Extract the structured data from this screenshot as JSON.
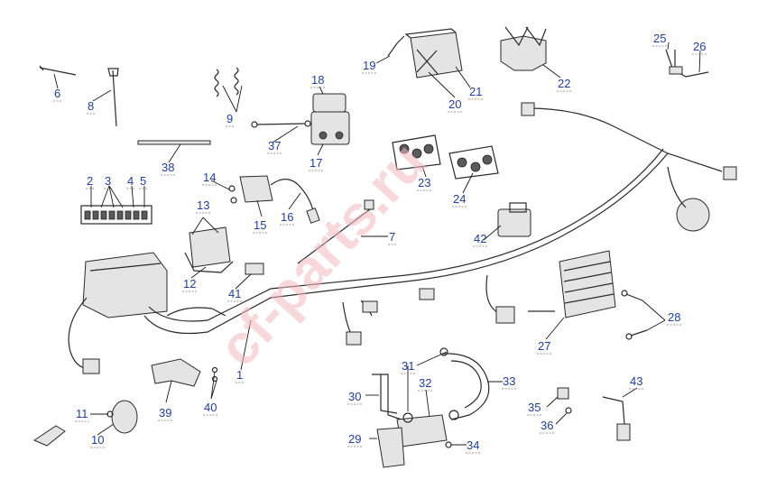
{
  "watermark": "cf-parts.ru",
  "callouts": [
    {
      "id": "c1",
      "label": "1"
    },
    {
      "id": "c2",
      "label": "2"
    },
    {
      "id": "c3",
      "label": "3"
    },
    {
      "id": "c4",
      "label": "4"
    },
    {
      "id": "c5",
      "label": "5"
    },
    {
      "id": "c6",
      "label": "6"
    },
    {
      "id": "c7",
      "label": "7"
    },
    {
      "id": "c8",
      "label": "8"
    },
    {
      "id": "c9",
      "label": "9"
    },
    {
      "id": "c10",
      "label": "10"
    },
    {
      "id": "c11",
      "label": "11"
    },
    {
      "id": "c12",
      "label": "12"
    },
    {
      "id": "c13",
      "label": "13"
    },
    {
      "id": "c14",
      "label": "14"
    },
    {
      "id": "c15",
      "label": "15"
    },
    {
      "id": "c16",
      "label": "16"
    },
    {
      "id": "c17",
      "label": "17"
    },
    {
      "id": "c18",
      "label": "18"
    },
    {
      "id": "c19",
      "label": "19"
    },
    {
      "id": "c20",
      "label": "20"
    },
    {
      "id": "c21",
      "label": "21"
    },
    {
      "id": "c22",
      "label": "22"
    },
    {
      "id": "c23",
      "label": "23"
    },
    {
      "id": "c24",
      "label": "24"
    },
    {
      "id": "c25",
      "label": "25"
    },
    {
      "id": "c26",
      "label": "26"
    },
    {
      "id": "c27",
      "label": "27"
    },
    {
      "id": "c28",
      "label": "28"
    },
    {
      "id": "c29",
      "label": "29"
    },
    {
      "id": "c30",
      "label": "30"
    },
    {
      "id": "c31",
      "label": "31"
    },
    {
      "id": "c32",
      "label": "32"
    },
    {
      "id": "c33",
      "label": "33"
    },
    {
      "id": "c34",
      "label": "34"
    },
    {
      "id": "c35",
      "label": "35"
    },
    {
      "id": "c36",
      "label": "36"
    },
    {
      "id": "c37",
      "label": "37"
    },
    {
      "id": "c38",
      "label": "38"
    },
    {
      "id": "c39",
      "label": "39"
    },
    {
      "id": "c40",
      "label": "40"
    },
    {
      "id": "c41",
      "label": "41"
    },
    {
      "id": "c42",
      "label": "42"
    },
    {
      "id": "c43",
      "label": "43"
    }
  ]
}
